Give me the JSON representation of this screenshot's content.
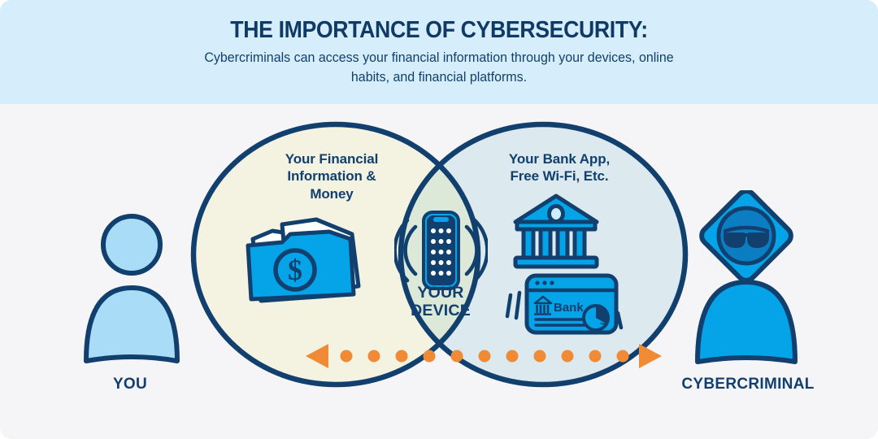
{
  "header": {
    "title": "THE IMPORTANCE OF CYBERSECURITY:",
    "subtitle": "Cybercriminals can access your financial information through your devices, online habits, and financial platforms."
  },
  "venn": {
    "left_circle": {
      "label": "Your Financial Information & Money",
      "label_line1": "Your Financial",
      "label_line2": "Information &",
      "label_line3": "Money",
      "fill": "#f4f2e0",
      "icon": "money-folder-icon"
    },
    "right_circle": {
      "label": "Your Bank App, Free Wi-Fi, Etc.",
      "label_line1": "Your Bank App,",
      "label_line2": "Free Wi-Fi, Etc.",
      "fill": "#dceaef",
      "icons": [
        "bank-building-icon",
        "bank-browser-window-icon"
      ]
    },
    "overlap": {
      "label_line1": "YOUR",
      "label_line2": "DEVICE",
      "fill": "#dce9d8",
      "icon": "smartphone-signal-icon"
    },
    "stroke_color": "#12406e"
  },
  "browser_card": {
    "site_name": "Bank"
  },
  "figures": {
    "left": {
      "caption": "YOU",
      "icon": "person-icon",
      "fill": "#a9ddf7"
    },
    "right": {
      "caption": "CYBERCRIMINAL",
      "icon": "hooded-criminal-icon",
      "fill": "#05a3e8"
    }
  },
  "flow": {
    "dot_count": 11,
    "color": "#f08a34",
    "left_arrow": "left-triangle-arrow",
    "right_arrow": "right-triangle-arrow"
  },
  "colors": {
    "header_band": "#d6edfb",
    "page_background": "#f5f5f7",
    "navy": "#12406e",
    "bright_blue": "#05a3e8",
    "light_blue": "#a9ddf7",
    "orange": "#f08a34",
    "cream": "#f4f2e0",
    "pale_blue": "#dceaef",
    "pale_green": "#dce9d8"
  }
}
